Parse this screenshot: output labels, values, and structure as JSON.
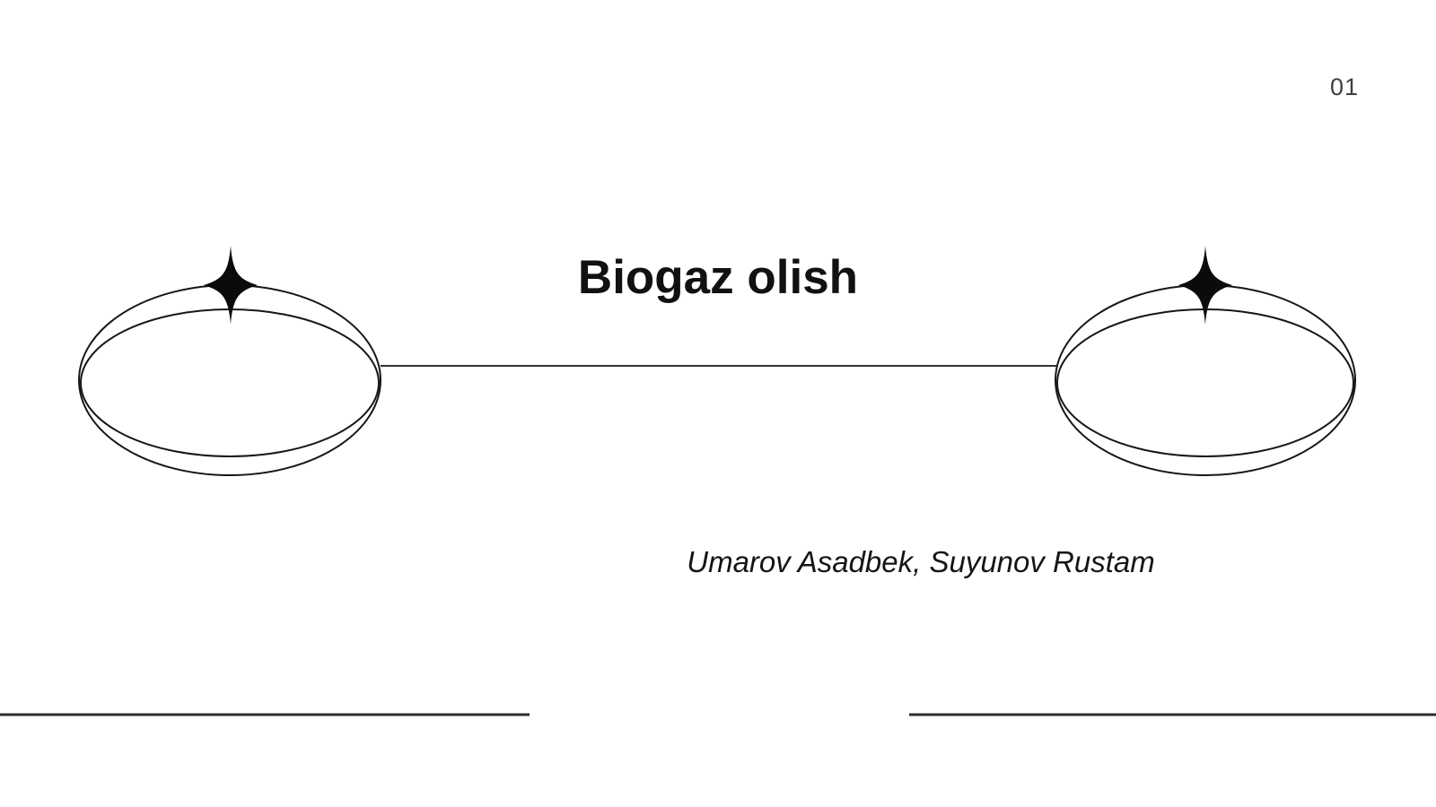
{
  "slide": {
    "page_number": "01",
    "title": "Biogaz olish",
    "authors": "Umarov Asadbek, Suyunov Rustam"
  },
  "colors": {
    "background": "#ffffff",
    "ink": "#111111",
    "page_number": "#3c4043",
    "ornament_stroke": "#161616",
    "footer_rule": "#2e2e2e"
  },
  "decor": {
    "left_ornament": "double-ellipse-ring",
    "right_ornament": "double-ellipse-ring",
    "left_sparkle": "four-point-star",
    "right_sparkle": "four-point-star",
    "connector": "horizontal-line",
    "footer_rules": [
      "bottom-left-line",
      "bottom-right-line"
    ]
  }
}
